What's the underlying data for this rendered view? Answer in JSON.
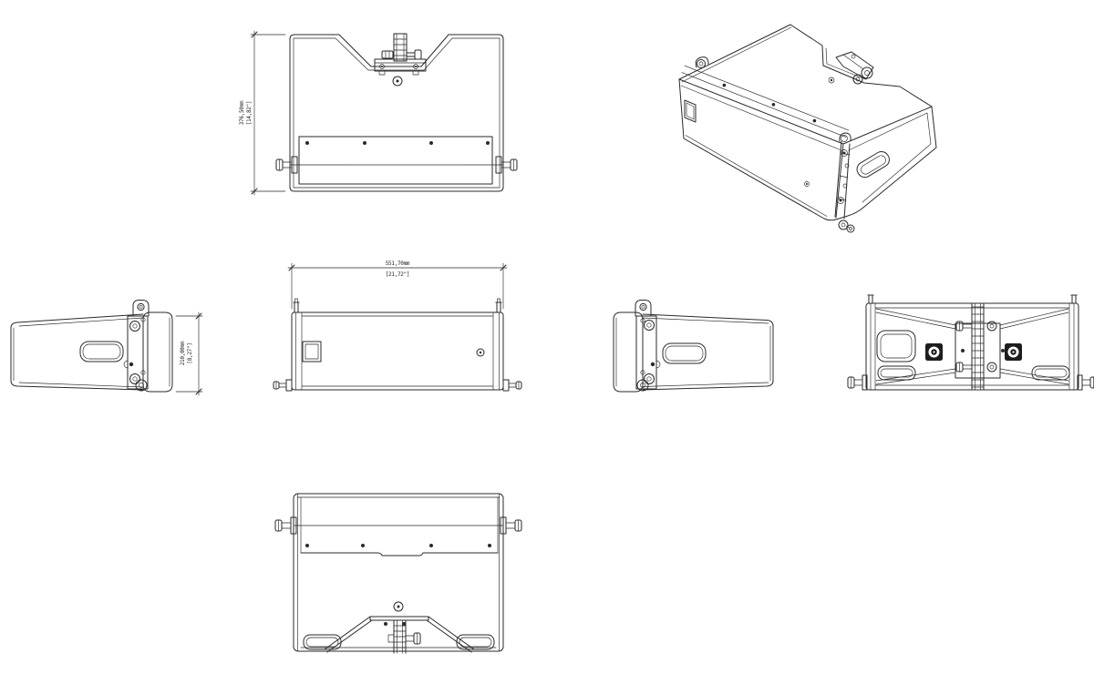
{
  "drawing": {
    "background": "#ffffff",
    "line_color": "#2a2a2a",
    "dimensions": {
      "top_view_height": {
        "mm": "376,50mm",
        "inch": "[14,82\"]"
      },
      "front_view_width": {
        "mm": "551,70mm",
        "inch": "[21,72\"]"
      },
      "side_view_height": {
        "mm": "210,00mm",
        "inch": "[8,27\"]"
      }
    }
  }
}
